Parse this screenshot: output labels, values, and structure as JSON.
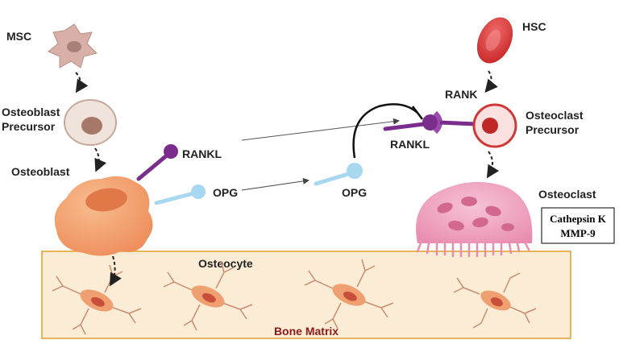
{
  "labels": {
    "msc": "MSC",
    "osteoblast_precursor_line1": "Osteoblast",
    "osteoblast_precursor_line2": "Precursor",
    "osteoblast": "Osteoblast",
    "rankl_left": "RANKL",
    "opg_left": "OPG",
    "opg_right": "OPG",
    "rankl_right": "RANKL",
    "hsc": "HSC",
    "rank": "RANK",
    "osteoclast_precursor_line1": "Osteoclast",
    "osteoclast_precursor_line2": "Precursor",
    "osteoclast": "Osteoclast",
    "enzyme_1": "Cathepsin K",
    "enzyme_2": "MMP-9",
    "osteocyte": "Osteocyte",
    "bone_matrix": "Bone Matrix"
  },
  "colors": {
    "matrix_fill": "#fbecd6",
    "matrix_border": "#e8b45a",
    "rankl": "#7b2d8e",
    "opg": "#a8d8f0",
    "osteoblast": "#f4a070",
    "osteoclast": "#f2a6c2",
    "hsc": "#e04040",
    "msc": "#d8b0a8",
    "osteocyte": "#f0a070"
  }
}
